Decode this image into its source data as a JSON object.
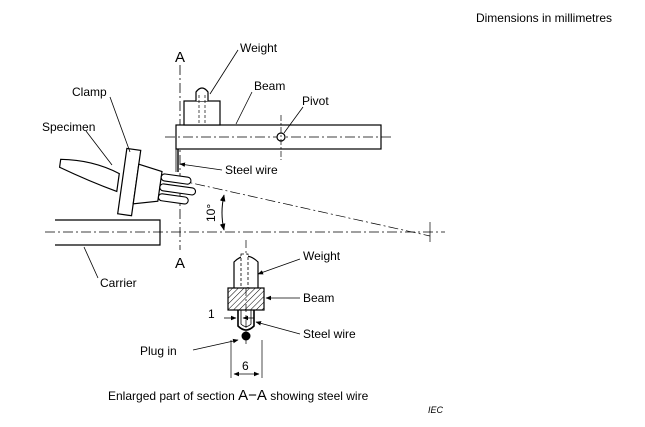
{
  "header": {
    "units_note": "Dimensions in millimetres"
  },
  "labels": {
    "weight_top": "Weight",
    "beam_top": "Beam",
    "pivot": "Pivot",
    "clamp": "Clamp",
    "specimen": "Specimen",
    "steel_wire_top": "Steel wire",
    "carrier": "Carrier",
    "angle": "10°",
    "section_mark_top": "A",
    "section_mark_bottom": "A",
    "weight_section": "Weight",
    "beam_section": "Beam",
    "steel_wire_section": "Steel wire",
    "plug_in": "Plug in",
    "dim_1": "1",
    "dim_6": "6"
  },
  "caption": {
    "prefix": "Enlarged part of section ",
    "section": "A−A",
    "suffix": " showing steel wire"
  },
  "footer": {
    "mark": "IEC"
  }
}
